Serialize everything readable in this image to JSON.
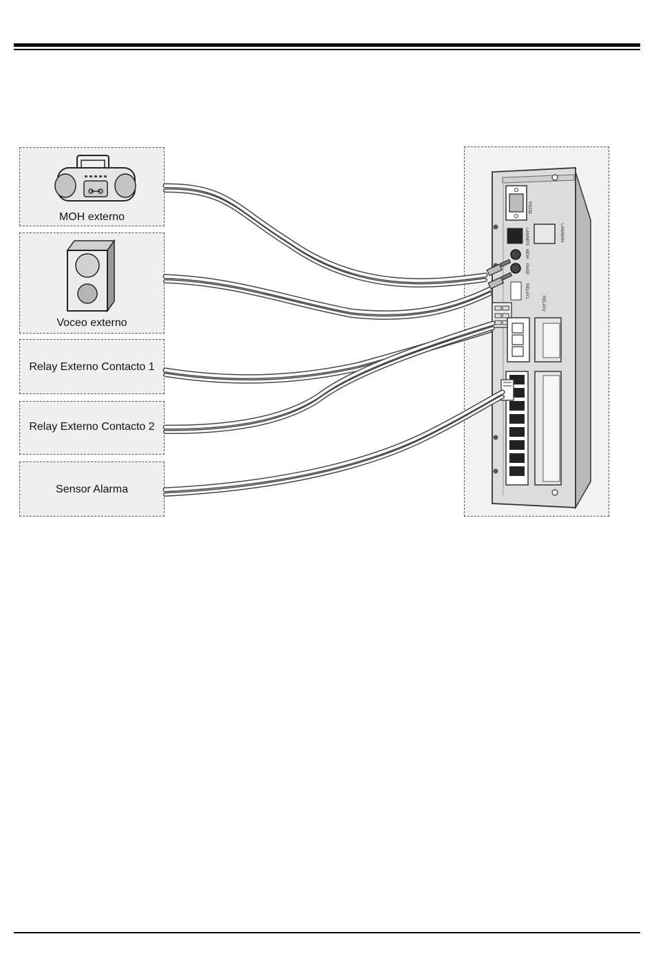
{
  "devices": [
    {
      "id": "moh",
      "label": "MOH externo",
      "icon": "boombox-icon"
    },
    {
      "id": "voceo",
      "label": "Voceo externo",
      "icon": "speaker-icon"
    },
    {
      "id": "relay1",
      "label": "Relay Externo Contacto 1"
    },
    {
      "id": "relay2",
      "label": "Relay Externo Contacto 2"
    },
    {
      "id": "alarma",
      "label": "Sensor Alarma"
    }
  ],
  "panel": {
    "ports": {
      "rs232": "RS232",
      "lan_wan": "LAN/WAN",
      "lan_mfs": "LAN/MFS",
      "moh": "MOH",
      "page": "PAGE",
      "relay1": "RELAY1",
      "relay2": "RELAY2"
    }
  },
  "colors": {
    "box_bg": "#efefef",
    "panel_gray": "#d9d9d9",
    "cable": "#ffffff",
    "cable_edge": "#555555"
  }
}
